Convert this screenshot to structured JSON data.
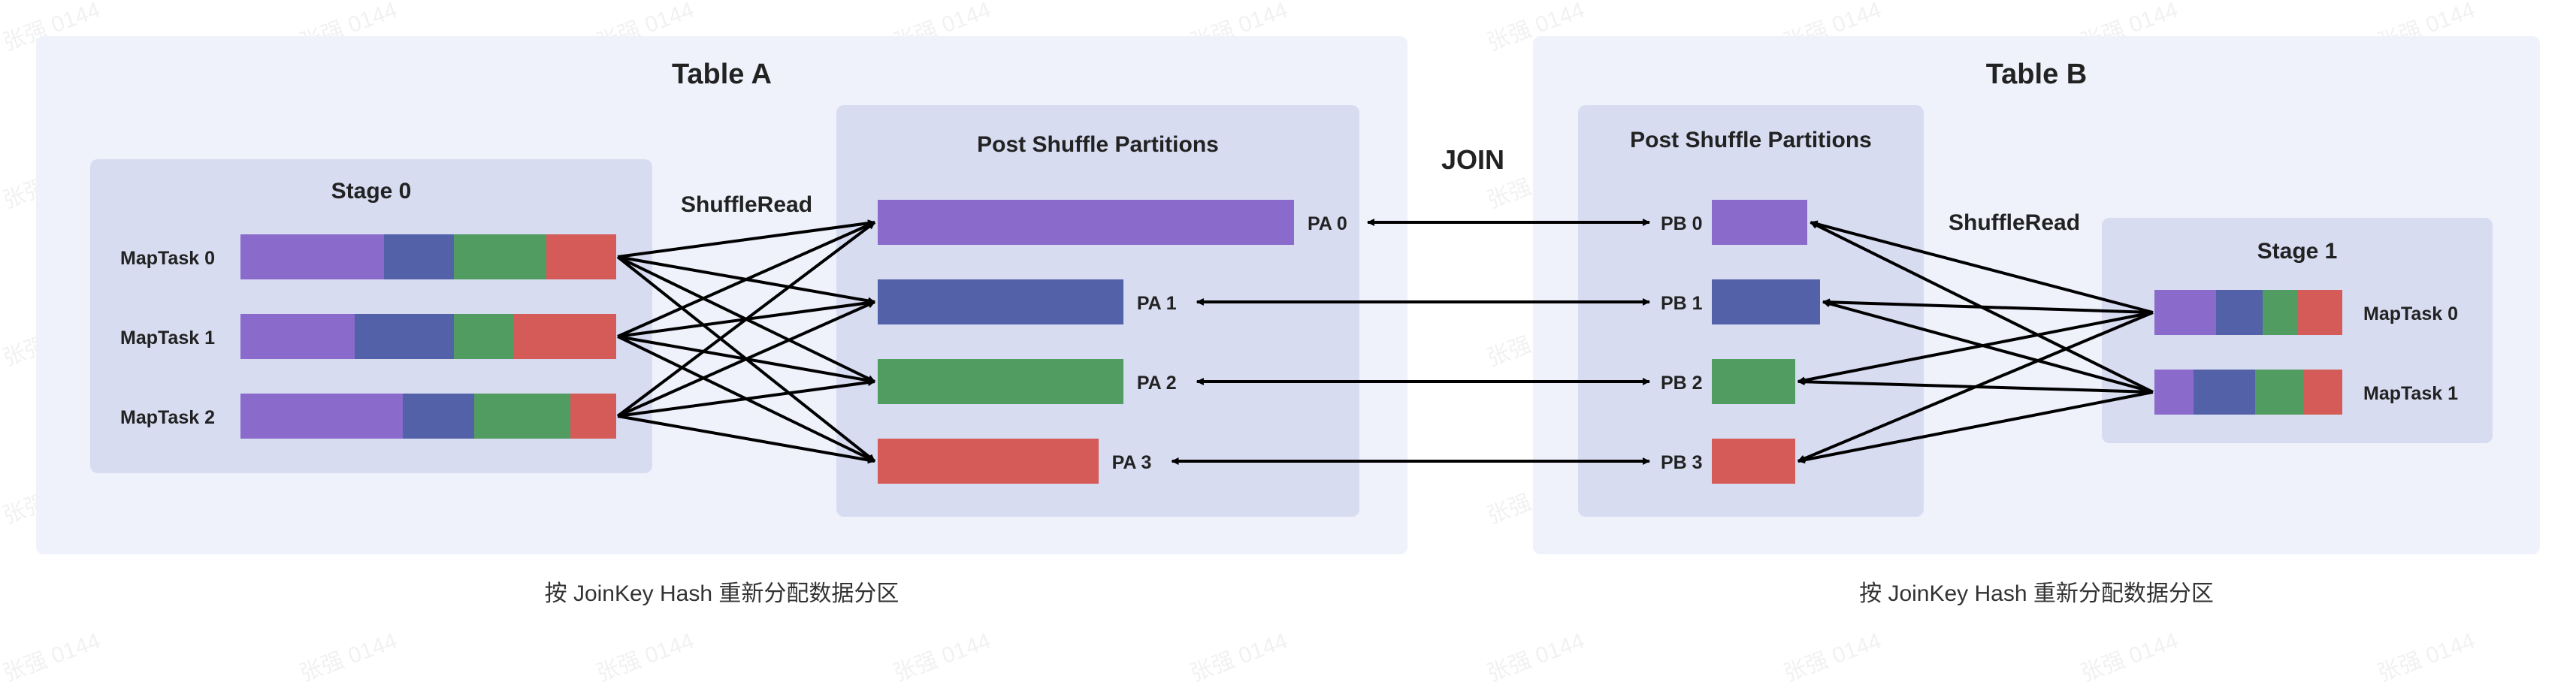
{
  "colors": {
    "purple": "#8a6bcc",
    "blue": "#5362a8",
    "green": "#509c61",
    "red": "#d45b58"
  },
  "watermark": "张强 0144",
  "table_a": {
    "title": "Table A",
    "stage_title": "Stage 0",
    "shuffle_label": "ShuffleRead",
    "post_title": "Post Shuffle Partitions",
    "caption": "按 JoinKey Hash 重新分配数据分区",
    "maptasks": [
      {
        "label": "MapTask 0",
        "segments": [
          {
            "color": "purple",
            "w": 0.45
          },
          {
            "color": "blue",
            "w": 0.22
          },
          {
            "color": "green",
            "w": 0.29
          },
          {
            "color": "red",
            "w": 0.22
          }
        ]
      },
      {
        "label": "MapTask 1",
        "segments": [
          {
            "color": "purple",
            "w": 0.4
          },
          {
            "color": "blue",
            "w": 0.35
          },
          {
            "color": "green",
            "w": 0.21
          },
          {
            "color": "red",
            "w": 0.36
          }
        ]
      },
      {
        "label": "MapTask 2",
        "segments": [
          {
            "color": "purple",
            "w": 0.57
          },
          {
            "color": "blue",
            "w": 0.25
          },
          {
            "color": "green",
            "w": 0.34
          },
          {
            "color": "red",
            "w": 0.16
          }
        ]
      }
    ],
    "partitions": [
      {
        "label": "PA 0",
        "color": "purple",
        "size": 1.0
      },
      {
        "label": "PA 1",
        "color": "blue",
        "size": 0.59
      },
      {
        "label": "PA 2",
        "color": "green",
        "size": 0.59
      },
      {
        "label": "PA 3",
        "color": "red",
        "size": 0.53
      }
    ]
  },
  "join_label": "JOIN",
  "table_b": {
    "title": "Table B",
    "stage_title": "Stage 1",
    "shuffle_label": "ShuffleRead",
    "post_title": "Post Shuffle Partitions",
    "caption": "按 JoinKey Hash 重新分配数据分区",
    "maptasks": [
      {
        "label": "MapTask 0",
        "segments": [
          {
            "color": "purple",
            "w": 0.31
          },
          {
            "color": "blue",
            "w": 0.23
          },
          {
            "color": "green",
            "w": 0.18
          },
          {
            "color": "red",
            "w": 0.22
          }
        ]
      },
      {
        "label": "MapTask 1",
        "segments": [
          {
            "color": "purple",
            "w": 0.18
          },
          {
            "color": "blue",
            "w": 0.28
          },
          {
            "color": "green",
            "w": 0.22
          },
          {
            "color": "red",
            "w": 0.18
          }
        ]
      }
    ],
    "partitions": [
      {
        "label": "PB 0",
        "color": "purple",
        "size": 0.23
      },
      {
        "label": "PB 1",
        "color": "blue",
        "size": 0.26
      },
      {
        "label": "PB 2",
        "color": "green",
        "size": 0.2
      },
      {
        "label": "PB 3",
        "color": "red",
        "size": 0.2
      }
    ]
  }
}
